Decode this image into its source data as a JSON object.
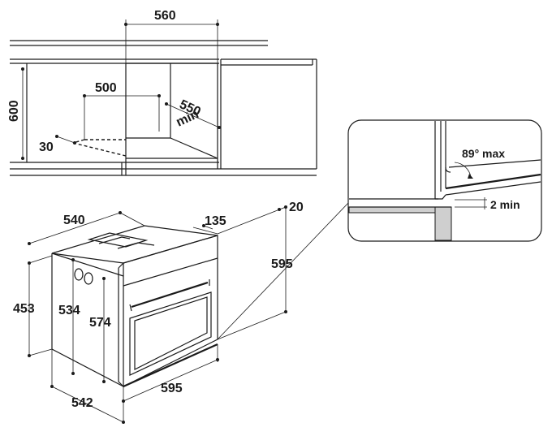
{
  "top_view": {
    "width_label": "560",
    "height_label": "600",
    "inner_width_label": "500",
    "depth_label_line1": "550",
    "depth_label_line2": "min",
    "offset_label": "30"
  },
  "oven_view": {
    "depth_label": "540",
    "door_label": "135",
    "top_gap_label": "20",
    "height_label": "595",
    "side_height_label": "453",
    "inner_height_label": "534",
    "front_height_label": "574",
    "base_depth_label": "542",
    "front_width_label": "595"
  },
  "detail": {
    "angle_label": "89° max",
    "gap_label": "2 min"
  }
}
